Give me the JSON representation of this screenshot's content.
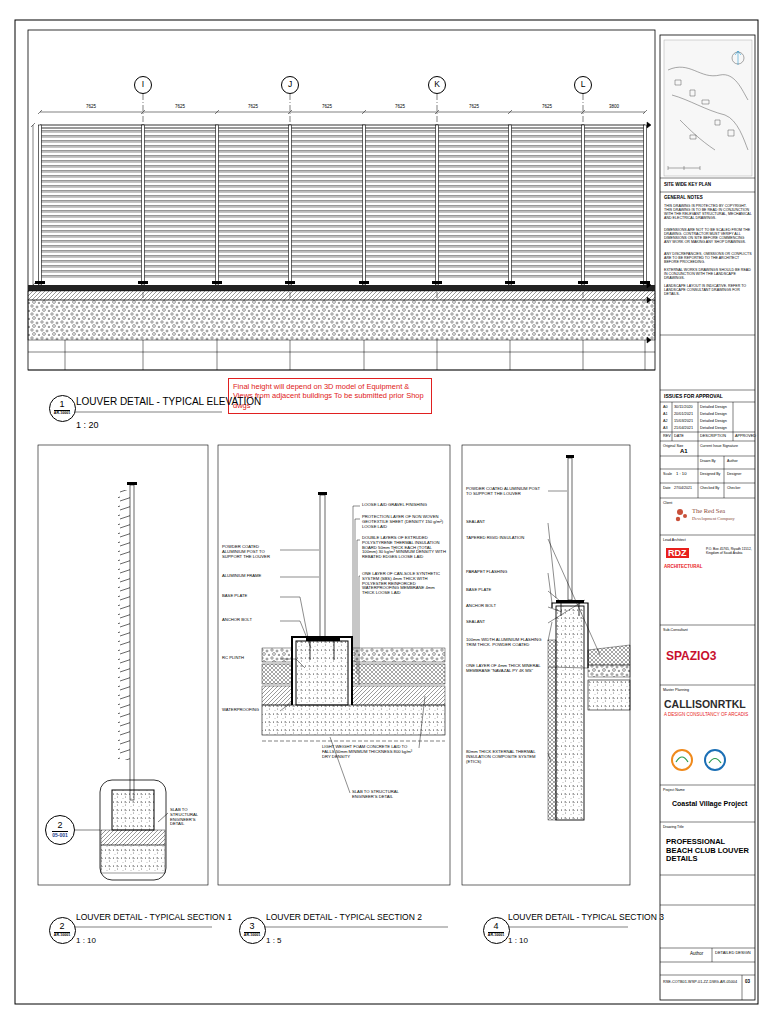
{
  "diagram": {
    "title": "PROFESSIONAL BEACH CLUB LOUVER DETAILS",
    "nodes": [
      {
        "text": [
          "I"
        ]
      },
      {
        "text": [
          "J"
        ]
      },
      {
        "text": [
          "K"
        ]
      },
      {
        "text": [
          "L"
        ]
      },
      {
        "text": [
          "1",
          "AR-10001"
        ]
      },
      {
        "text": [
          "2",
          "AR-10001"
        ]
      },
      {
        "text": [
          "3",
          "AR-10001"
        ]
      },
      {
        "text": [
          "4",
          "AR-10001"
        ]
      },
      {
        "text": [
          "2",
          "05-001"
        ]
      },
      {
        "text": [
          "Final height will depend on 3D model of Equipment & Views from adjacent buildings To be submitted prior Shop dwgs"
        ]
      }
    ],
    "labels": [
      "7625",
      "7625",
      "7625",
      "7625",
      "7625",
      "7625",
      "7625",
      "3800",
      "LOUVER DETAIL - TYPICAL ELEVATION",
      "1 : 20",
      "LOUVER DETAIL - TYPICAL SECTION 1",
      "1 : 10",
      "LOUVER DETAIL - TYPICAL SECTION 2",
      "1 : 5",
      "LOUVER DETAIL - TYPICAL SECTION 3",
      "1 : 10",
      "SLAB TO STRUCTURAL ENGINEER'S DETAIL",
      "POWDER COATED ALUMINIUM POST TO SUPPORT THE LOUVER",
      "ALUMINIUM FRAME",
      "BASE PLATE",
      "ANCHOR BOLT",
      "RC PLINTH",
      "WATERPROOFING",
      "LOOSE LAID GRAVEL FINISHING",
      "PROTECTION LAYER OF NON WOVEN GEOTEXTILE SHEET (DENSITY 150 g/m²) LOOSE LAID",
      "DOUBLE LAYERS OF EXTRUDED POLYSTYRENE THERMAL INSULATION BOARD 50mm THICK EACH (TOTAL 100mm) 30 kg/m³ MINIMUM DENSITY WITH REBATED EDGES LOOSE LAID",
      "ONE LAYER OF CAN-SOLE SYNTHETIC SYSTEM (SBS) 4mm THICK WITH POLYESTER REINFORCED WATERPROOFING MEMBRANE 4mm THICK LOOSE LAID",
      "LIGHT WEIGHT FOAM CONCRETE LAID TO FALLS 50mm MINIMUM THICKNESS 800 kg/m³ DRY DENSITY",
      "SLAB TO STRUCTURAL ENGINEER'S DETAIL",
      "POWDER COATED ALUMINIUM POST TO SUPPORT THE LOUVER",
      "SEALANT",
      "TAPERED RIGID INSULATION",
      "PARAPET FLASHING",
      "BASE PLATE",
      "ANCHOR BOLT",
      "SEALANT",
      "100mm WIDTH ALUMINIUM FLASHING TRIM THICK. POWDER COATED",
      "ONE LAYER OF 4mm THICK MINERAL MEMBRANE \"NAVAZAL PY 4K MS\"",
      "80mm THICK EXTERNAL THERMAL INSULATION COMPOSITE SYSTEM (ETICS)",
      "SITE WIDE KEY PLAN",
      "GENERAL NOTES",
      "THIS DRAWING IS PROTECTED BY COPYRIGHT. THIS DRAWING IS TO BE READ IN CONJUNCTION WITH THE RELEVANT STRUCTURAL, MECHANICAL AND ELECTRICAL DRAWINGS.",
      "DIMENSIONS ARE NOT TO BE SCALED FROM THE DRAWING. CONTRACTOR MUST VERIFY ALL DIMENSIONS ON SITE BEFORE COMMENCING ANY WORK OR MAKING ANY SHOP DRAWINGS.",
      "ANY DISCREPANCIES, OMISSIONS OR CONFLICTS ARE TO BE REPORTED TO THE ARCHITECT BEFORE PROCEEDING.",
      "EXTERNAL WORKS DRAWINGS SHOULD BE READ IN CONJUNCTION WITH THE LANDSCAPE DRAWINGS.",
      "LANDSCAPE LAYOUT IS INDICATIVE. REFER TO LANDSCAPE CONSULTANT DRAWINGS FOR DETAILS.",
      "ISSUES FOR APPROVAL",
      "A0",
      "30/11/2020",
      "Detailed Design",
      "A1",
      "20/01/2021",
      "Detailed Design",
      "A2",
      "15/03/2021",
      "Detailed Design",
      "A3",
      "21/04/2021",
      "Detailed Design",
      "REV",
      "DATE",
      "DESCRIPTION",
      "APPROVED",
      "Original Size",
      "A1",
      "Current Issue Signature",
      "Drawn By",
      "Author",
      "Scale",
      "1 : 10",
      "Designed By",
      "Designer",
      "Date",
      "27/04/2021",
      "Checked By",
      "Checker",
      "Client",
      "The Red Sea",
      "Development Company",
      "Lead Architect",
      "RDZ",
      "ARCHITECTURAL",
      "P.O. Box 45765, Riyadh 11512, Kingdom of Saudi Arabia",
      "Sub-Consultant",
      "SPAZIO3",
      "Master Planning",
      "CALLISONRTKL",
      "A DESIGN CONSULTANCY OF ARCADIS",
      "Project Name",
      "Coastal Village Project",
      "Drawing Title",
      "Author",
      "DETAILED DESIGN",
      "RSE-COTB01-WSP-01-ZZ-DWG-AR-05004",
      "03"
    ]
  }
}
